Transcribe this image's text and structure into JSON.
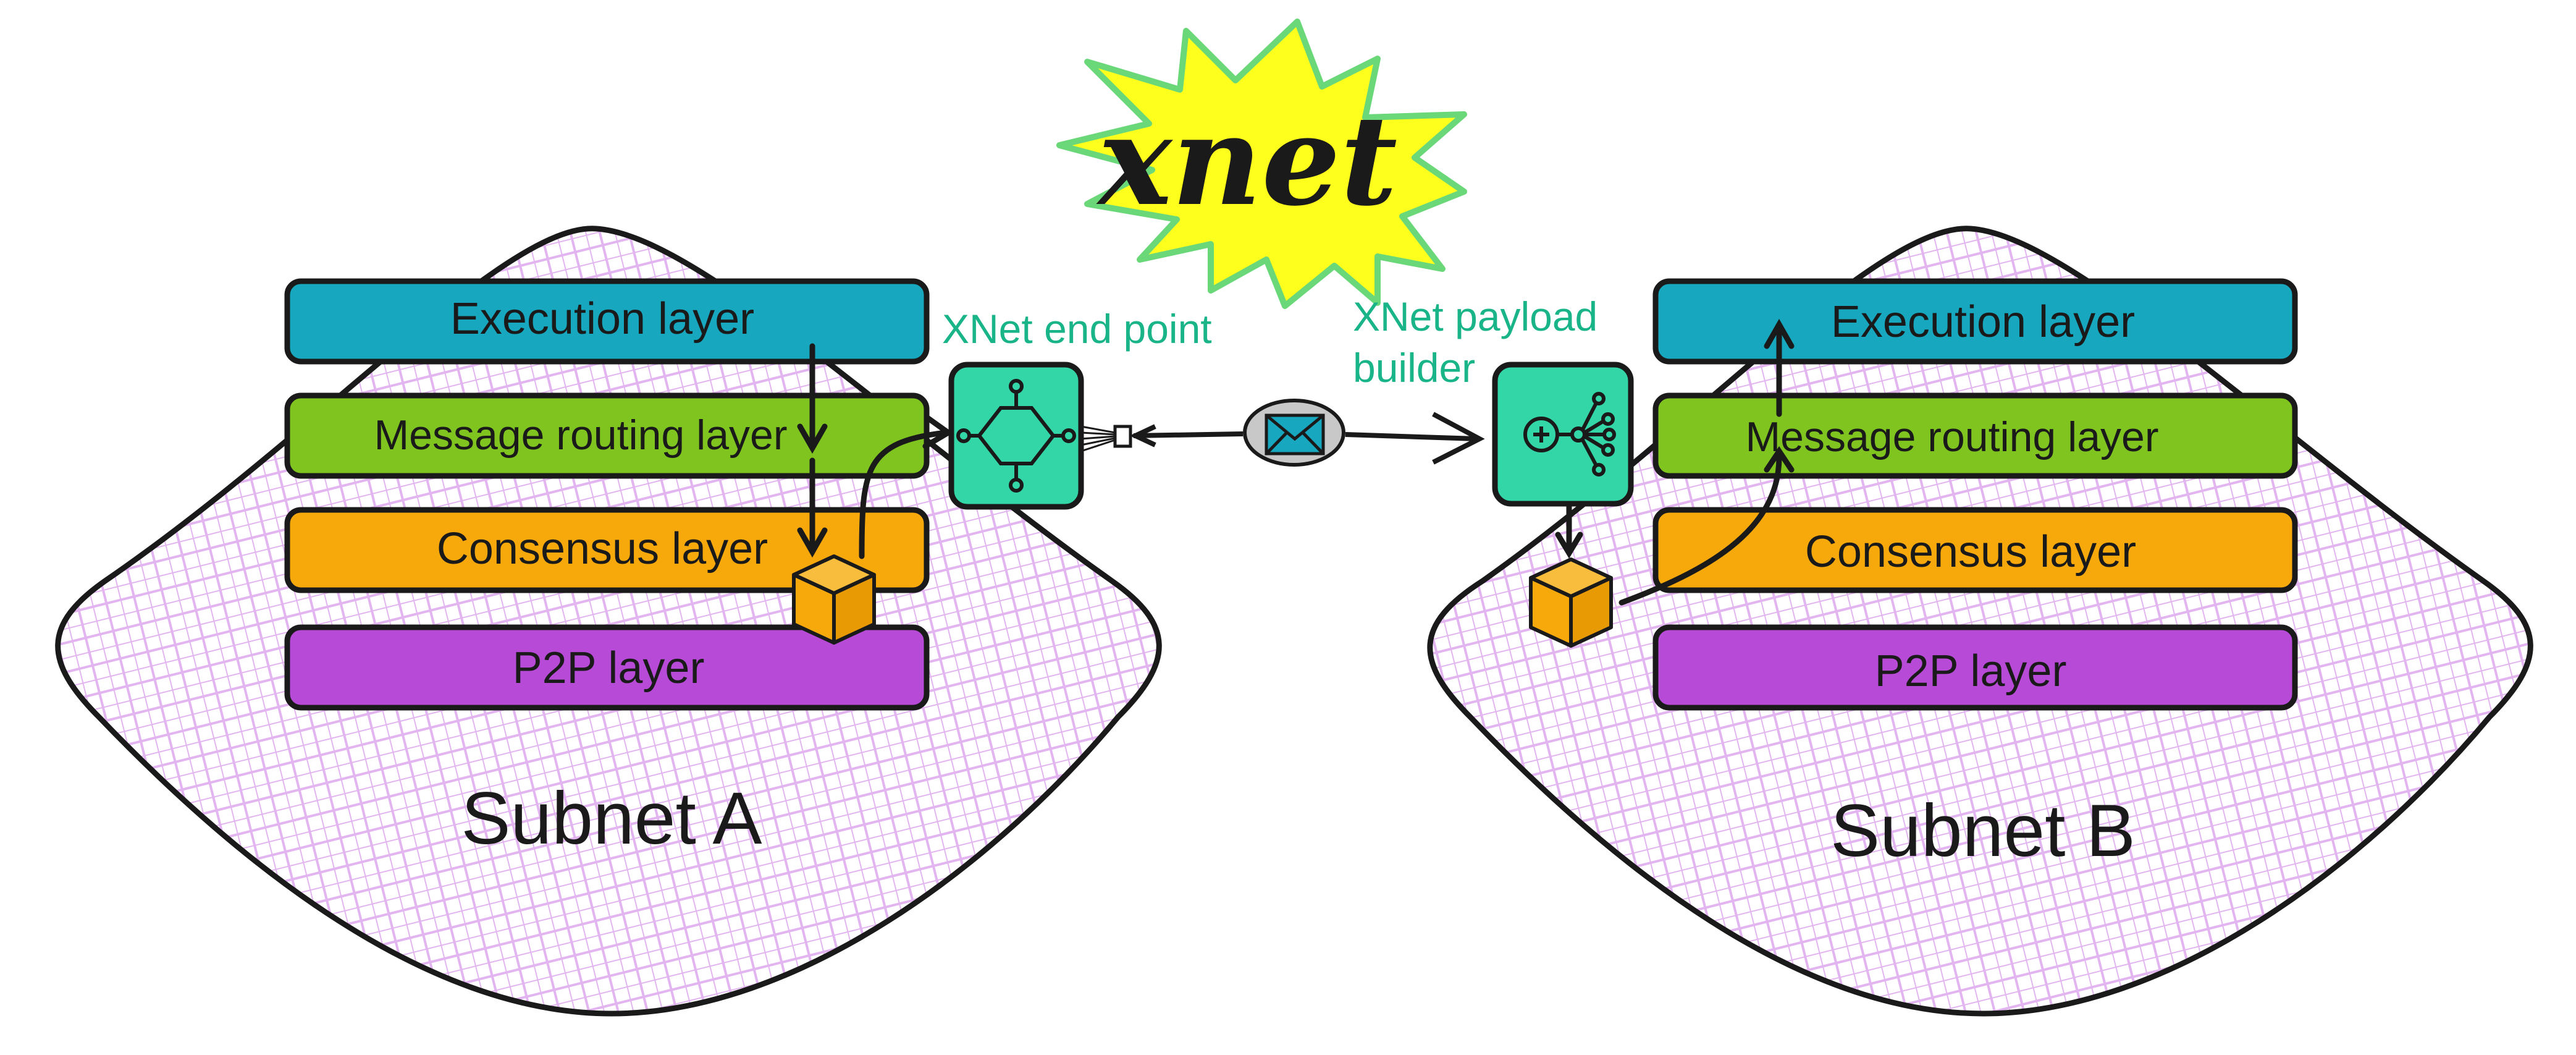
{
  "logo": {
    "text": "xnet"
  },
  "subnet_a": {
    "title": "Subnet A",
    "layers": {
      "execution": "Execution layer",
      "message_routing": "Message routing layer",
      "consensus": "Consensus layer",
      "p2p": "P2P layer"
    }
  },
  "subnet_b": {
    "title": "Subnet B",
    "layers": {
      "execution": "Execution layer",
      "message_routing": "Message routing layer",
      "consensus": "Consensus layer",
      "p2p": "P2P layer"
    }
  },
  "endpoint": {
    "label": "XNet end point",
    "icon": "network-hub-icon"
  },
  "payload_builder": {
    "label_line1": "XNet payload",
    "label_line2": "builder",
    "icon": "payload-builder-icon"
  },
  "message": {
    "icon": "envelope-icon"
  },
  "colors": {
    "execution": "#17a7bf",
    "message_routing": "#7fc41f",
    "consensus": "#f7a90c",
    "p2p": "#b84ad8",
    "teal": "#33d6a6",
    "accent_text": "#1ab489",
    "logo_fill": "#ffff1e",
    "logo_stroke": "#6ad878",
    "grid": "#e2b5f0",
    "outline": "#1a1a1a"
  }
}
